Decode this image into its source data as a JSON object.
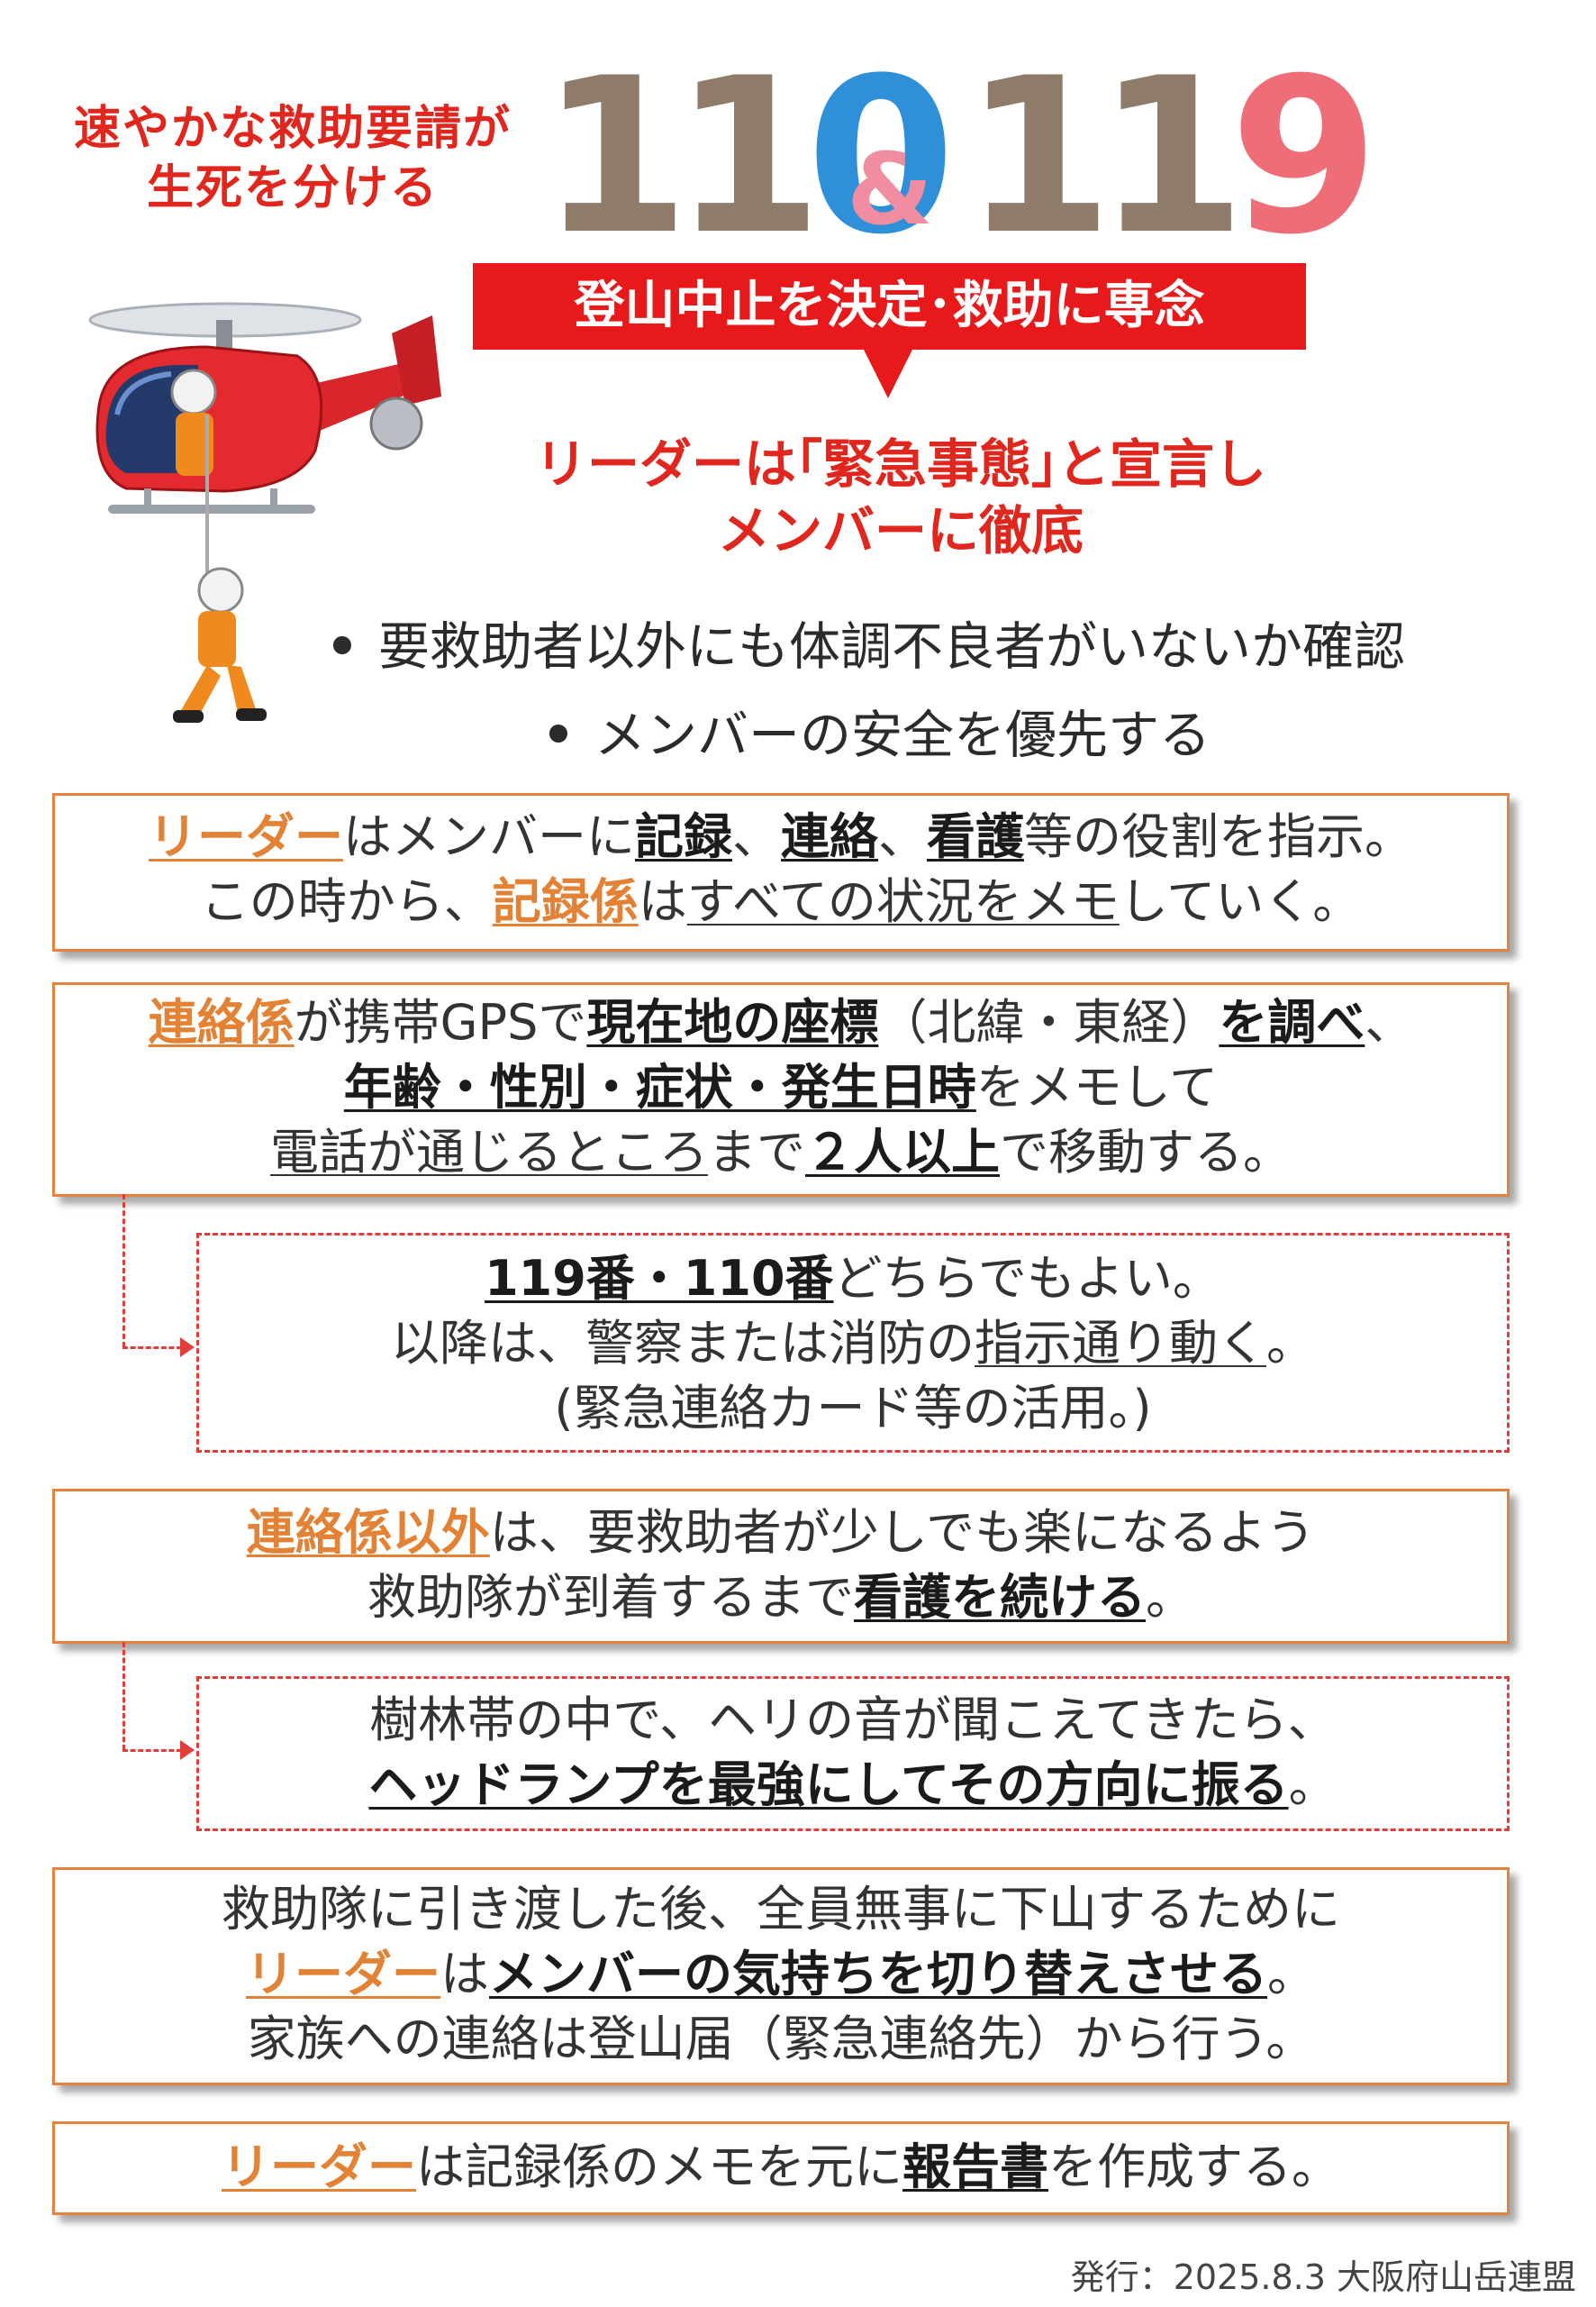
{
  "header": {
    "tagline_line1": "速やかな救助要請が",
    "tagline_line2": "生死を分ける",
    "num_110": {
      "d1": "1",
      "d2": "1",
      "d3": "0"
    },
    "amp": "&",
    "num_119": {
      "d1": "1",
      "d2": "1",
      "d3": "9"
    }
  },
  "banner": "登山中止を決定･救助に専念",
  "declaration": {
    "line1": "リーダーは｢緊急事態｣と宣言し",
    "line2": "メンバーに徹底"
  },
  "bullets": [
    "要救助者以外にも体調不良者がいないか確認",
    "メンバーの安全を優先する"
  ],
  "box1": {
    "l1_a": "リーダー",
    "l1_b": "はメンバーに",
    "l1_c": "記録",
    "l1_d": "、",
    "l1_e": "連絡",
    "l1_f": "、",
    "l1_g": "看護",
    "l1_h": "等の役割を指示。",
    "l2_a": "この時から、",
    "l2_b": "記録係",
    "l2_c": "は",
    "l2_d": "すべての状況をメモ",
    "l2_e": "していく。"
  },
  "box2": {
    "l1_a": "連絡係",
    "l1_b": "が携帯GPSで",
    "l1_c": "現在地の座標",
    "l1_d": "（北緯・東経）",
    "l1_e": "を調べ",
    "l1_f": "、",
    "l2_a": "年齢・性別・症状・発生日時",
    "l2_b": "をメモして",
    "l3_a": "電話が通じるところ",
    "l3_b": "まで",
    "l3_c": "２人以上",
    "l3_d": "で移動する。"
  },
  "dbox1": {
    "l1_a": "119番・110番",
    "l1_b": "どちらでもよい。",
    "l2_a": "以降は、警察または消防の",
    "l2_b": "指示通り動く",
    "l2_c": "。",
    "l3": "(緊急連絡カード等の活用。)"
  },
  "box3": {
    "l1_a": "連絡係以外",
    "l1_b": "は、要救助者が少しでも楽になるよう",
    "l2_a": "救助隊が到着するまで",
    "l2_b": "看護を続ける",
    "l2_c": "。"
  },
  "dbox2": {
    "l1": "樹林帯の中で、ヘリの音が聞こえてきたら、",
    "l2_a": "ヘッドランプを最強にしてその方向に振る",
    "l2_b": "。"
  },
  "box4": {
    "l1": "救助隊に引き渡した後、全員無事に下山するために",
    "l2_a": "リーダー",
    "l2_b": "は",
    "l2_c": "メンバーの気持ちを切り替えさせる",
    "l2_d": "。",
    "l3": "家族への連絡は登山届（緊急連絡先）から行う。"
  },
  "box5": {
    "a": "リーダー",
    "b": "は記録係のメモを元に",
    "c": "報告書",
    "d": "を作成する。"
  },
  "footer": "発行：2025.8.3 大阪府山岳連盟",
  "colors": {
    "accent_red": "#e8191b",
    "accent_orange": "#e38235",
    "blue_110": "#2f8fd8",
    "pink_119": "#ee6d77"
  }
}
